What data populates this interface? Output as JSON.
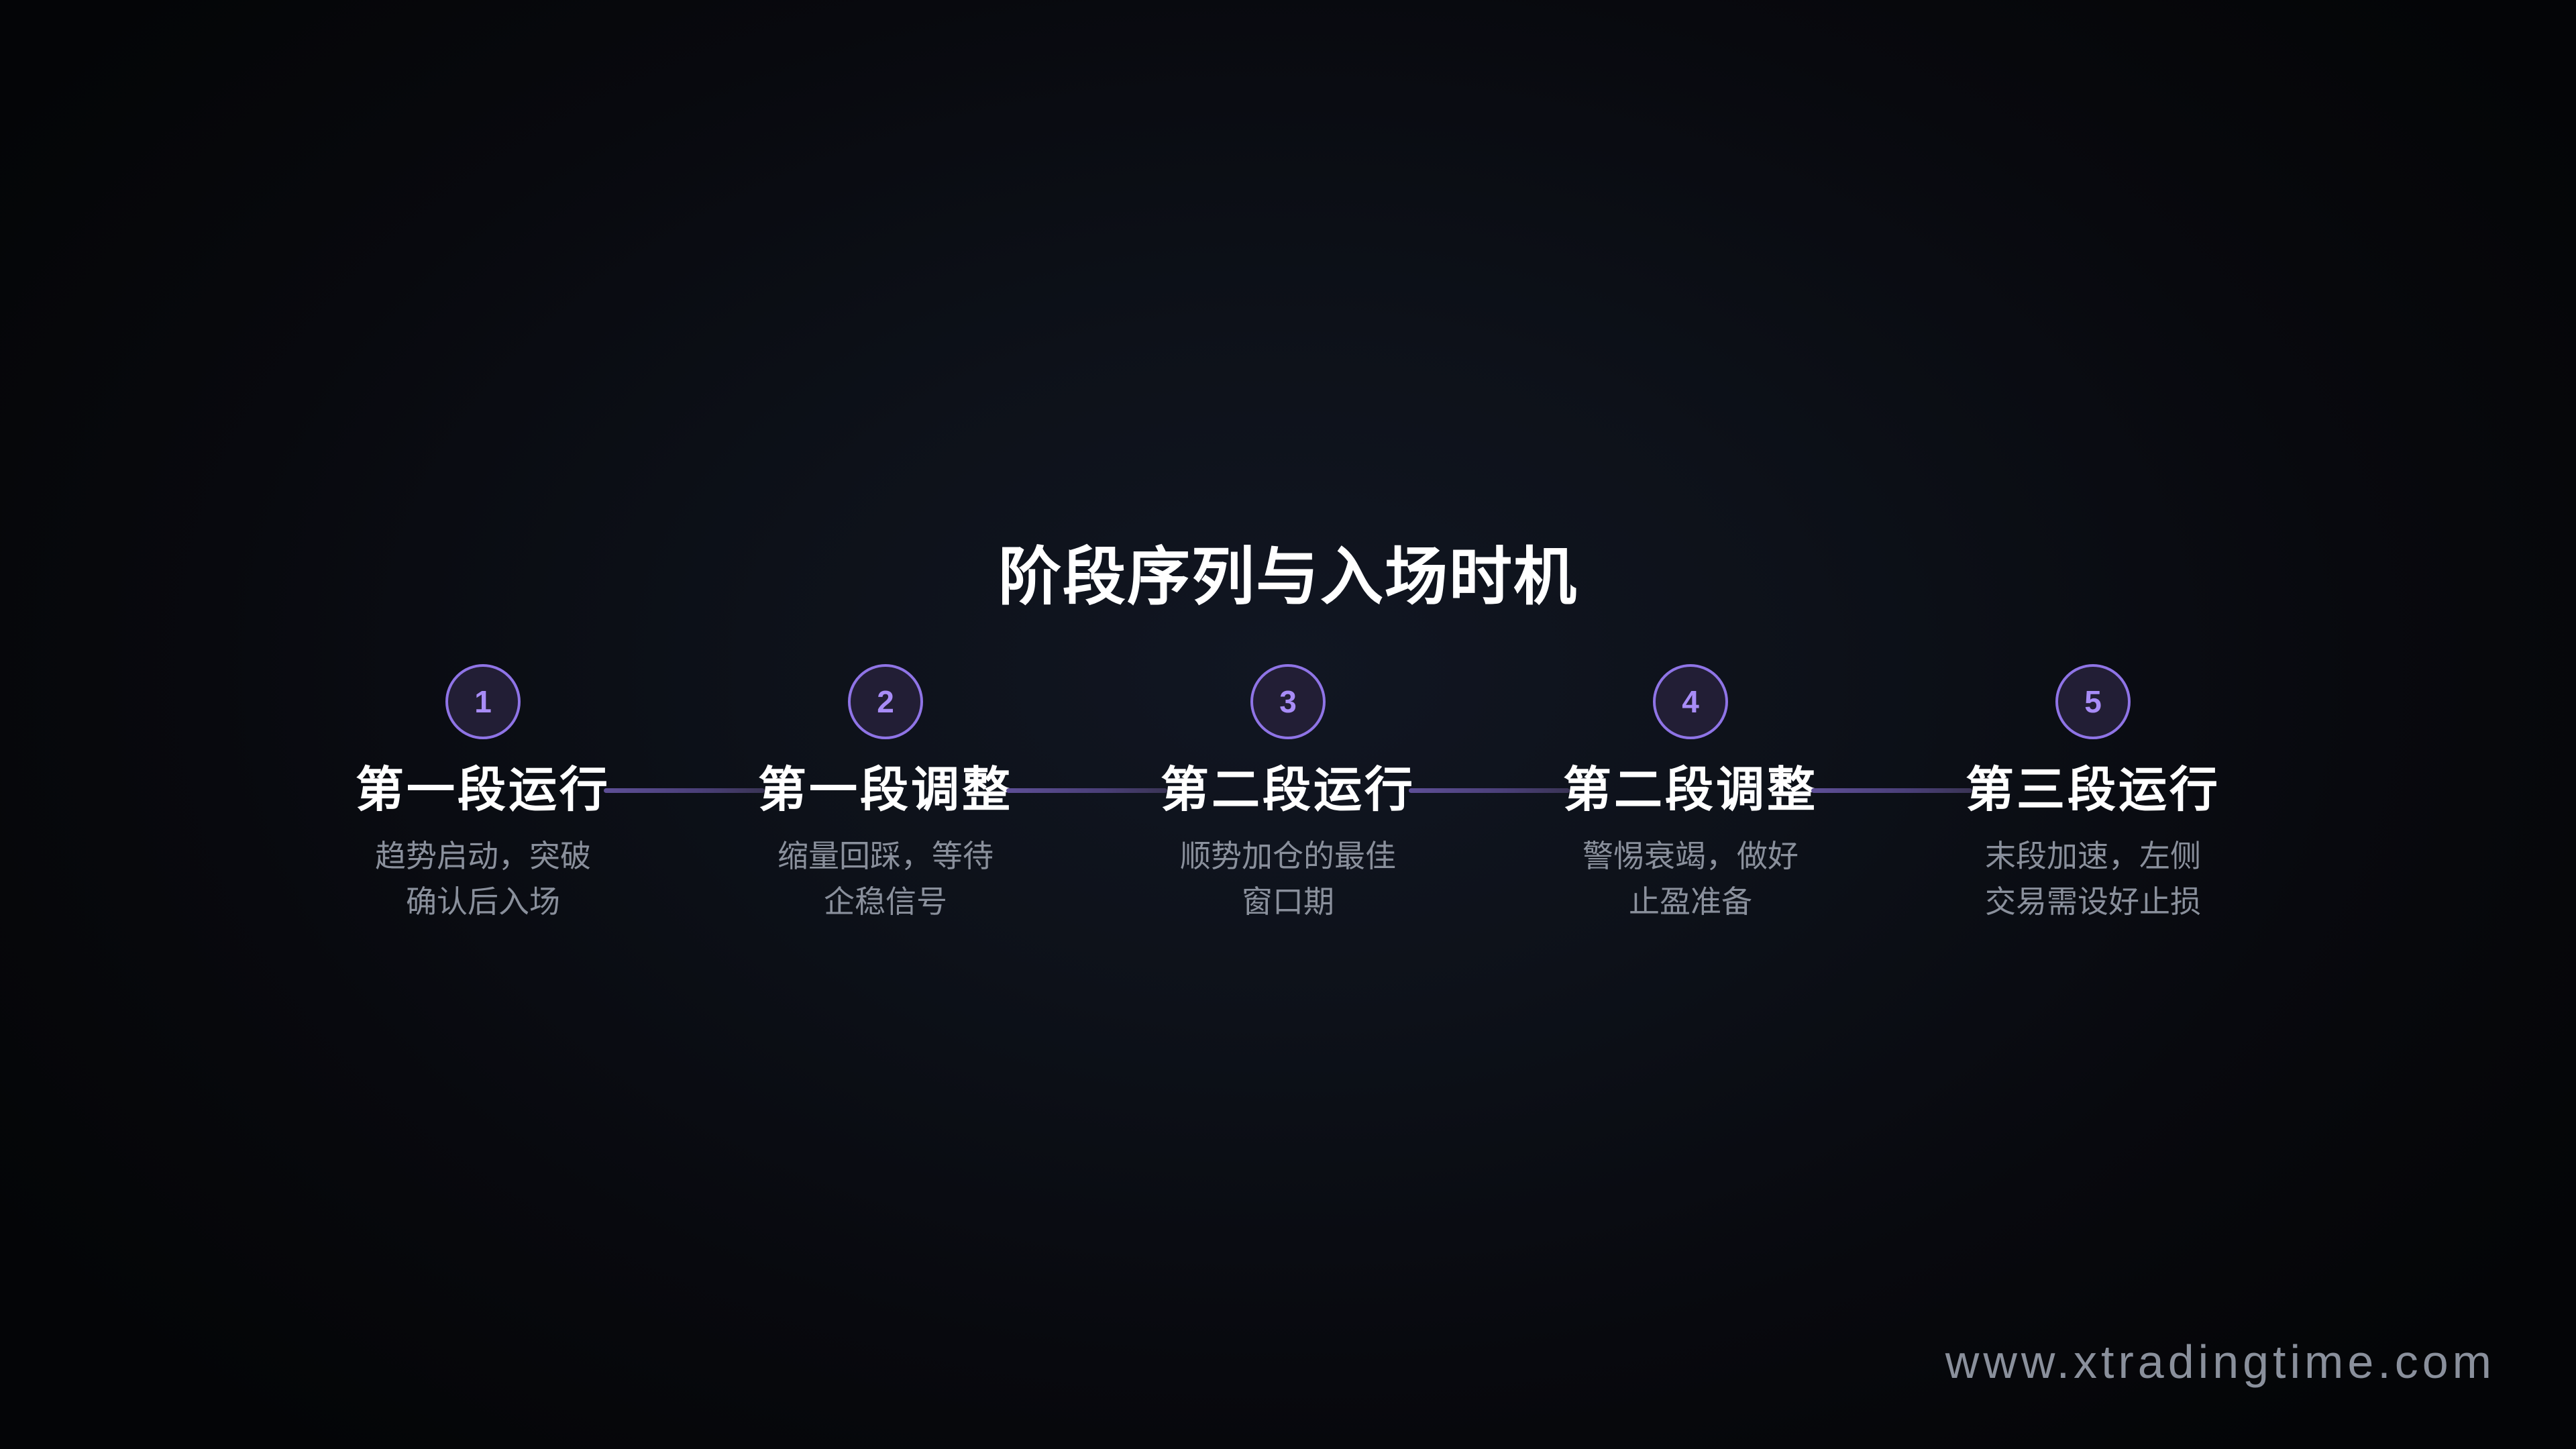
{
  "title": "阶段序列与入场时机",
  "steps": [
    {
      "number": "1",
      "heading": "第一段运行",
      "desc_line1": "趋势启动，突破",
      "desc_line2": "确认后入场"
    },
    {
      "number": "2",
      "heading": "第一段调整",
      "desc_line1": "缩量回踩，等待",
      "desc_line2": "企稳信号"
    },
    {
      "number": "3",
      "heading": "第二段运行",
      "desc_line1": "顺势加仓的最佳",
      "desc_line2": "窗口期"
    },
    {
      "number": "4",
      "heading": "第二段调整",
      "desc_line1": "警惕衰竭，做好",
      "desc_line2": "止盈准备"
    },
    {
      "number": "5",
      "heading": "第三段运行",
      "desc_line1": "末段加速，左侧",
      "desc_line2": "交易需设好止损"
    }
  ],
  "watermark": "www.xtradingtime.com",
  "colors": {
    "background_center": "#111622",
    "background_edge": "#040507",
    "accent_border": "#8f74e6",
    "accent_number": "#a88cf7",
    "circle_fill": "#221e35",
    "connector_start": "#5e4f96",
    "connector_end": "#3a3455",
    "heading": "#ffffff",
    "description": "#8a909c"
  }
}
